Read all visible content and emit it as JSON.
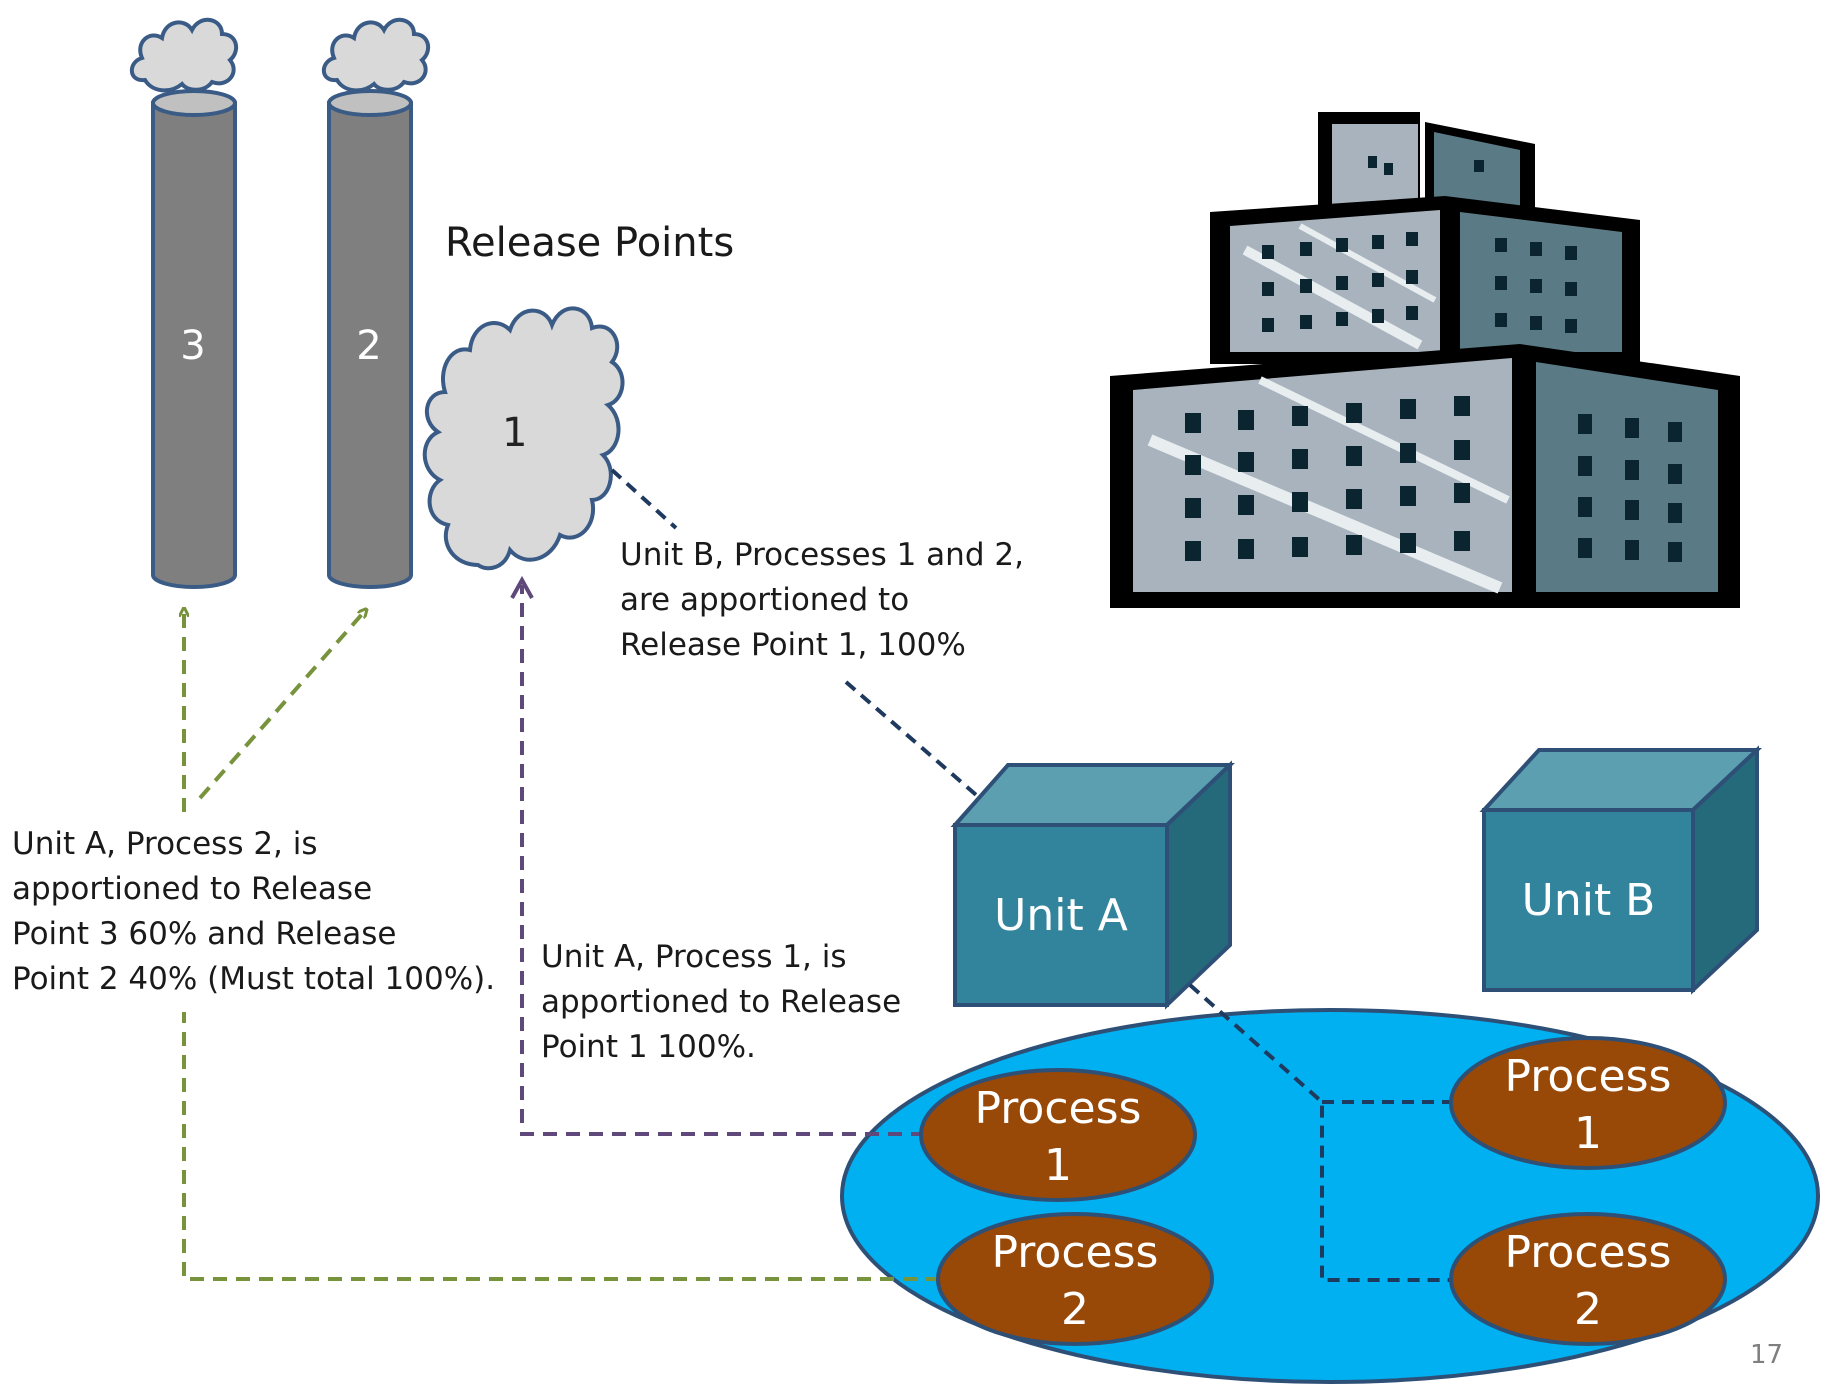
{
  "title": "Release Points",
  "release_points": {
    "stack_3": "3",
    "stack_2": "2",
    "fugitive_1": "1"
  },
  "units": {
    "unit_a": "Unit A",
    "unit_b": "Unit B"
  },
  "processes": {
    "unit_a_p1": "Process\n1",
    "unit_a_p2": "Process\n2",
    "unit_b_p1": "Process\n1",
    "unit_b_p2": "Process\n2"
  },
  "notes": {
    "unit_b_note": "Unit B, Processes 1 and 2,\nare apportioned to\nRelease Point 1, 100%",
    "unit_a_p2_note": "Unit A, Process 2, is\napportioned to Release\nPoint 3 60% and Release\nPoint 2 40% (Must total 100%).",
    "unit_a_p1_note": "Unit A, Process 1, is\napportioned to Release\nPoint 1 100%."
  },
  "page_number": "17",
  "colors": {
    "stack_fill": "#7f7f7f",
    "stack_outline": "#3a5b86",
    "smoke_fill": "#d9d9d9",
    "unit_front": "#31849b",
    "unit_top": "#5b9fb0",
    "unit_side": "#256a7a",
    "ellipse_fill": "#00b0f0",
    "process_fill": "#984807",
    "green_dash": "#77933c",
    "purple_dash": "#5f497a",
    "navy_dash": "#1f3a5f"
  }
}
